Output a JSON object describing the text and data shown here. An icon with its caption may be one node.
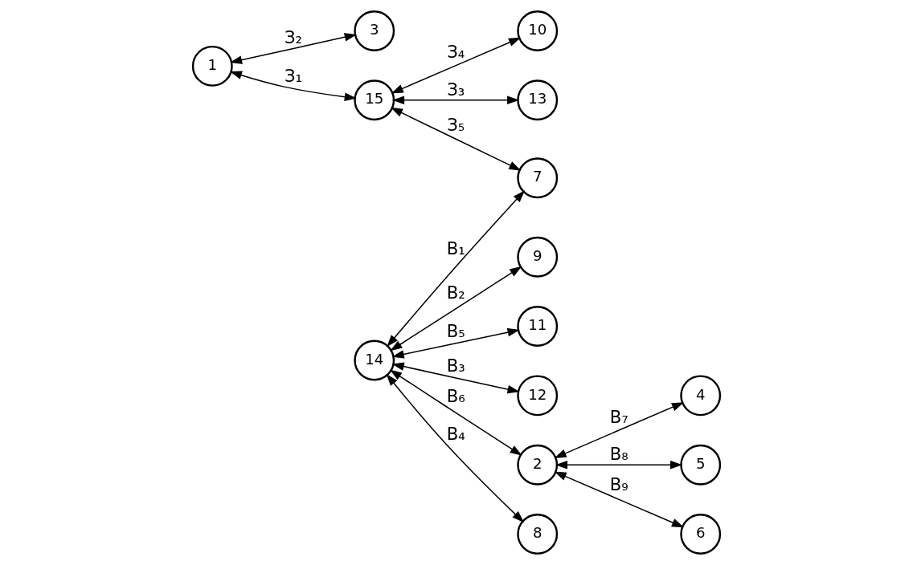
{
  "diagram": {
    "nodes": [
      {
        "text": [
          "1"
        ]
      },
      {
        "text": [
          "2"
        ]
      },
      {
        "text": [
          "3"
        ]
      },
      {
        "text": [
          "4"
        ]
      },
      {
        "text": [
          "5"
        ]
      },
      {
        "text": [
          "6"
        ]
      },
      {
        "text": [
          "7"
        ]
      },
      {
        "text": [
          "8"
        ]
      },
      {
        "text": [
          "9"
        ]
      },
      {
        "text": [
          "10"
        ]
      },
      {
        "text": [
          "11"
        ]
      },
      {
        "text": [
          "12"
        ]
      },
      {
        "text": [
          "13"
        ]
      },
      {
        "text": [
          "14"
        ]
      },
      {
        "text": [
          "15"
        ]
      }
    ],
    "edges": [
      {
        "from": 0,
        "to": 14,
        "arrow": "both",
        "label": "З₁"
      },
      {
        "from": 0,
        "to": 2,
        "arrow": "both",
        "label": "З₂"
      },
      {
        "from": 14,
        "to": 12,
        "arrow": "both",
        "label": "З₃"
      },
      {
        "from": 14,
        "to": 9,
        "arrow": "both",
        "label": "З₄"
      },
      {
        "from": 14,
        "to": 6,
        "arrow": "both",
        "label": "З₅"
      },
      {
        "from": 13,
        "to": 6,
        "arrow": "both",
        "label": "В₁"
      },
      {
        "from": 13,
        "to": 8,
        "arrow": "both",
        "label": "В₂"
      },
      {
        "from": 13,
        "to": 11,
        "arrow": "both",
        "label": "В₃"
      },
      {
        "from": 13,
        "to": 7,
        "arrow": "both",
        "label": "В₄"
      },
      {
        "from": 13,
        "to": 10,
        "arrow": "both",
        "label": "В₅"
      },
      {
        "from": 13,
        "to": 1,
        "arrow": "both",
        "label": "В₆"
      },
      {
        "from": 1,
        "to": 3,
        "arrow": "both",
        "label": "В₇"
      },
      {
        "from": 1,
        "to": 4,
        "arrow": "both",
        "label": "В₈"
      },
      {
        "from": 1,
        "to": 5,
        "arrow": "both",
        "label": "В₉"
      }
    ]
  }
}
